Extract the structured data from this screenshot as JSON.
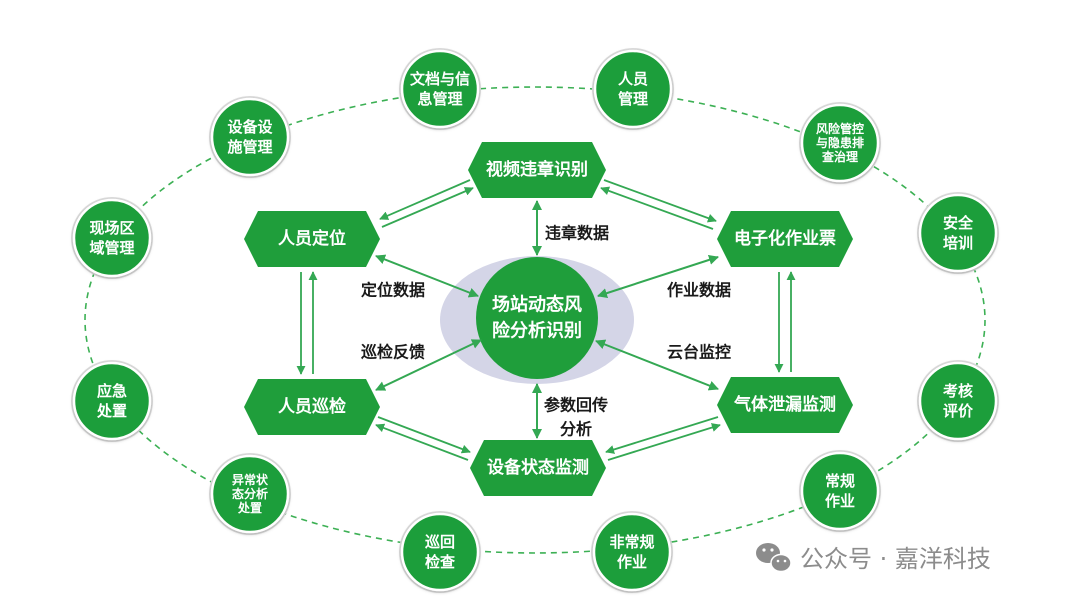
{
  "center": {
    "lines": [
      "场站动态风",
      "险分析识别"
    ]
  },
  "hexagons": {
    "video": "视频违章识别",
    "positioning": "人员定位",
    "work_ticket": "电子化作业票",
    "inspection": "人员巡检",
    "gas_leak": "气体泄漏监测",
    "equipment": "设备状态监测"
  },
  "edge_labels": {
    "violation_data": "违章数据",
    "positioning_data": "定位数据",
    "work_data": "作业数据",
    "inspection_feedback": "巡检反馈",
    "ptz_monitoring": "云台监控",
    "param_return": [
      "参数回传",
      "分析"
    ]
  },
  "outer_circles": [
    {
      "lines": [
        "文档与信",
        "息管理"
      ]
    },
    {
      "lines": [
        "人员",
        "管理"
      ]
    },
    {
      "lines": [
        "风险管控",
        "与隐患排",
        "查治理"
      ]
    },
    {
      "lines": [
        "安全",
        "培训"
      ]
    },
    {
      "lines": [
        "考核",
        "评价"
      ]
    },
    {
      "lines": [
        "常规",
        "作业"
      ]
    },
    {
      "lines": [
        "非常规",
        "作业"
      ]
    },
    {
      "lines": [
        "巡回",
        "检查"
      ]
    },
    {
      "lines": [
        "异常状",
        "态分析",
        "处置"
      ]
    },
    {
      "lines": [
        "应急",
        "处置"
      ]
    },
    {
      "lines": [
        "现场区",
        "域管理"
      ]
    },
    {
      "lines": [
        "设备设",
        "施管理"
      ]
    }
  ],
  "watermark": {
    "icon": "wechat-icon",
    "text": "公众号 · 嘉洋科技"
  },
  "colors": {
    "node_green": "#1f9e3b",
    "arrow_green": "#34a853",
    "orbit_dash": "#3cb054",
    "center_halo": "#d4d5e7",
    "label_text": "#1a1a1a",
    "watermark_gray": "#8c8c8c"
  }
}
